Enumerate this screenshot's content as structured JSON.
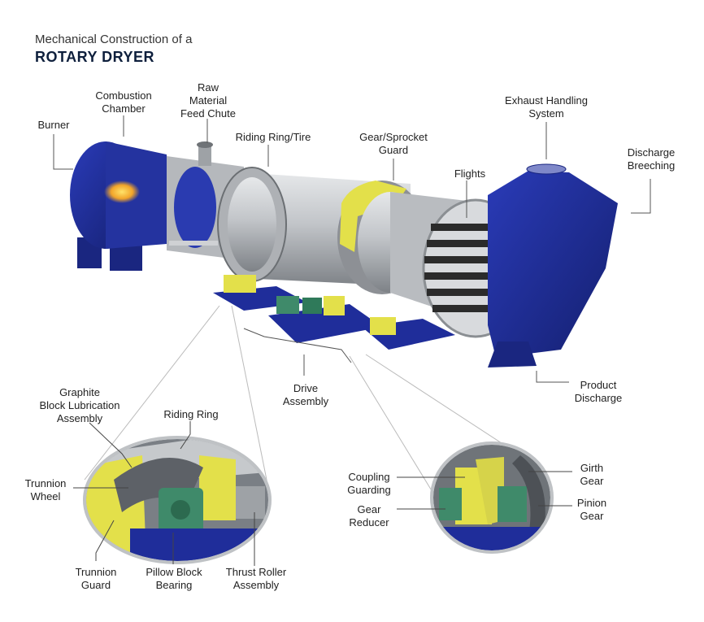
{
  "title": {
    "line1": "Mechanical Construction of a",
    "line2": "ROTARY DRYER"
  },
  "callouts": {
    "burner": "Burner",
    "combustion_chamber": "Combustion\nChamber",
    "raw_material_feed_chute": "Raw\nMaterial\nFeed Chute",
    "riding_ring_tire": "Riding Ring/Tire",
    "gear_sprocket_guard": "Gear/Sprocket\nGuard",
    "flights": "Flights",
    "exhaust_handling_system": "Exhaust Handling\nSystem",
    "discharge_breeching": "Discharge\nBreeching",
    "product_discharge": "Product\nDischarge",
    "drive_assembly": "Drive\nAssembly"
  },
  "detail_left": {
    "graphite_block": "Graphite\nBlock Lubrication\nAssembly",
    "riding_ring": "Riding Ring",
    "trunnion_wheel": "Trunnion\nWheel",
    "trunnion_guard": "Trunnion\nGuard",
    "pillow_block_bearing": "Pillow Block\nBearing",
    "thrust_roller_assembly": "Thrust Roller\nAssembly"
  },
  "detail_right": {
    "coupling_guarding": "Coupling\nGuarding",
    "gear_reducer": "Gear\nReducer",
    "girth_gear": "Girth\nGear",
    "pinion_gear": "Pinion\nGear"
  },
  "colors": {
    "equipment_blue": "#1f2d9a",
    "guard_yellow": "#e9e64a",
    "shell_gray": "#c9ccd0",
    "motor_green": "#3f8a6a"
  }
}
